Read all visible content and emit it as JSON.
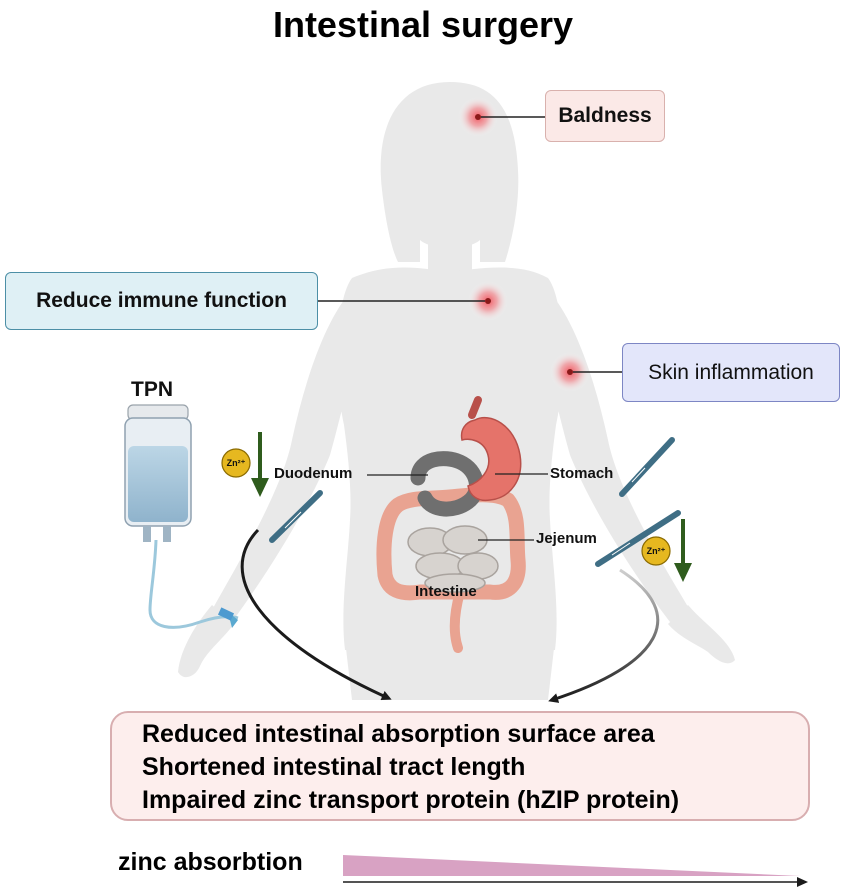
{
  "title": "Intestinal surgery",
  "symptoms": {
    "baldness": "Baldness",
    "immune": "Reduce immune function",
    "skin": "Skin inflammation"
  },
  "organs": {
    "duodenum": "Duodenum",
    "stomach": "Stomach",
    "jejenum": "Jejenum",
    "intestine": "Intestine"
  },
  "tpn": "TPN",
  "zinc_ion": "Zn²⁺",
  "effects": [
    "Reduced intestinal absorption surface area",
    "Shortened intestinal tract length",
    "Impaired zinc transport protein (hZIP protein)"
  ],
  "zinc_absorption_label": "zinc absorbtion",
  "colors": {
    "silhouette": "#e9e9e9",
    "hotspot": "#f2505a",
    "down_arrow": "#2f5c1d",
    "zinc_coin": "#e6b820",
    "gradient_bar": "#d8a2c3",
    "bottom_box_bg": "#fdeeed"
  }
}
